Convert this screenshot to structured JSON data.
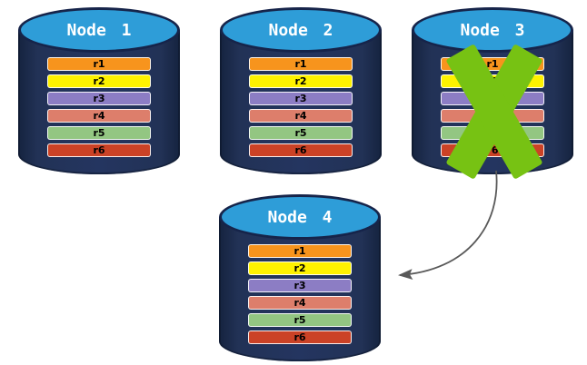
{
  "diagram": {
    "nodes": [
      {
        "label": "Node 1",
        "records": [
          "r1",
          "r2",
          "r3",
          "r4",
          "r5",
          "r6"
        ],
        "failed": false
      },
      {
        "label": "Node 2",
        "records": [
          "r1",
          "r2",
          "r3",
          "r4",
          "r5",
          "r6"
        ],
        "failed": false
      },
      {
        "label": "Node 3",
        "records": [
          "r1",
          "r2",
          "r3",
          "r4",
          "r5",
          "r6"
        ],
        "failed": true
      },
      {
        "label": "Node 4",
        "records": [
          "r1",
          "r2",
          "r3",
          "r4",
          "r5",
          "r6"
        ],
        "failed": false
      }
    ],
    "record_colors": {
      "r1": "#F7941D",
      "r2": "#FEF200",
      "r3": "#8C7DC4",
      "r4": "#DD7E6B",
      "r5": "#93C682",
      "r6": "#CB4226"
    },
    "colors": {
      "cylinder_body": "#203156",
      "cylinder_edge": "#15233F",
      "cylinder_top": "#2E9DD8",
      "cylinder_outline": "#16244A",
      "failure_x": "#77C213",
      "arrow": "#595959",
      "record_label": "#000000",
      "node_label": "#FFFFFF"
    },
    "arrow": {
      "from": "Node 3",
      "to": "Node 4"
    }
  }
}
